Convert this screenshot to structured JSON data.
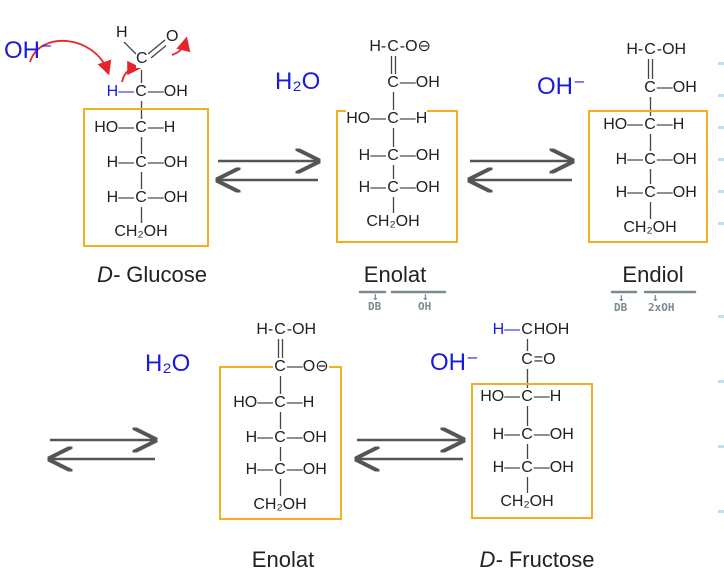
{
  "reagents": {
    "oh1": "OH⁻",
    "h2o1": "H₂O",
    "oh2": "OH⁻",
    "h2o2": "H₂O",
    "oh3": "OH⁻"
  },
  "molecules": {
    "glucose": {
      "label_prefix": "D-",
      "label": " Glucose",
      "top": {
        "h": "H",
        "c": "C",
        "o": "O"
      },
      "rows": [
        {
          "l": "H—",
          "c": "C",
          "r": "—OH",
          "l_color": "blue"
        },
        {
          "l": "HO—",
          "c": "C",
          "r": "—H"
        },
        {
          "l": "H—",
          "c": "C",
          "r": "—OH"
        },
        {
          "l": "H—",
          "c": "C",
          "r": "—OH"
        },
        {
          "l": "",
          "c": "CH₂OH",
          "r": ""
        }
      ],
      "bonds": [
        "single",
        "single",
        "single",
        "single"
      ]
    },
    "enolat1": {
      "label": "Enolat",
      "rows": [
        {
          "l": "H-",
          "c": "C",
          "r": "-O⊖"
        },
        {
          "l": "",
          "c": "C",
          "r": "—OH"
        },
        {
          "l": "HO—",
          "c": "C",
          "r": "—H"
        },
        {
          "l": "H—",
          "c": "C",
          "r": "—OH"
        },
        {
          "l": "H—",
          "c": "C",
          "r": "—OH"
        },
        {
          "l": "",
          "c": "CH₂OH",
          "r": ""
        }
      ],
      "bonds": [
        "double",
        "single",
        "single",
        "single",
        "single"
      ],
      "notes": [
        "DB",
        "OH"
      ]
    },
    "endiol": {
      "label": "Endiol",
      "rows": [
        {
          "l": "H-",
          "c": "C",
          "r": "-OH"
        },
        {
          "l": "",
          "c": "C",
          "r": "—OH"
        },
        {
          "l": "HO—",
          "c": "C",
          "r": "—H"
        },
        {
          "l": "H—",
          "c": "C",
          "r": "—OH"
        },
        {
          "l": "H—",
          "c": "C",
          "r": "—OH"
        },
        {
          "l": "",
          "c": "CH₂OH",
          "r": ""
        }
      ],
      "bonds": [
        "double",
        "single",
        "single",
        "single",
        "single"
      ],
      "notes": [
        "DB",
        "2xOH"
      ]
    },
    "enolat2": {
      "label": "Enolat",
      "rows": [
        {
          "l": "H-",
          "c": "C",
          "r": "-OH"
        },
        {
          "l": "",
          "c": "C",
          "r": "—O⊖"
        },
        {
          "l": "HO—",
          "c": "C",
          "r": "—H"
        },
        {
          "l": "H—",
          "c": "C",
          "r": "—OH"
        },
        {
          "l": "H—",
          "c": "C",
          "r": "—OH"
        },
        {
          "l": "",
          "c": "CH₂OH",
          "r": ""
        }
      ],
      "bonds": [
        "double",
        "single",
        "single",
        "single",
        "single"
      ]
    },
    "fructose": {
      "label_prefix": "D-",
      "label": " Fructose",
      "rows": [
        {
          "l": "H—",
          "c": "C",
          "r": "HOH",
          "l_color": "blue"
        },
        {
          "l": "",
          "c": "C",
          "r": "=O"
        },
        {
          "l": "HO—",
          "c": "C",
          "r": "—H"
        },
        {
          "l": "H—",
          "c": "C",
          "r": "—OH"
        },
        {
          "l": "H—",
          "c": "C",
          "r": "—OH"
        },
        {
          "l": "",
          "c": "CH₂OH",
          "r": ""
        }
      ],
      "bonds": [
        "single",
        "double-none",
        "single",
        "single",
        "single"
      ]
    }
  },
  "colors": {
    "box": "#f2b021",
    "reagent": "#1a1adb",
    "mechanism_arrow": "#e8242b",
    "handwriting": "#7b8a8f"
  }
}
